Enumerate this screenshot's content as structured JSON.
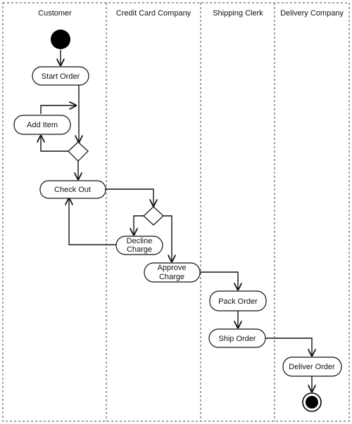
{
  "lanes": {
    "customer": "Customer",
    "credit": "Credit Card Company",
    "shipping": "Shipping Clerk",
    "delivery": "Delivery Company"
  },
  "nodes": {
    "start_order": "Start Order",
    "add_item": "Add Item",
    "check_out": "Check Out",
    "decline_charge": [
      "Decline",
      "Charge"
    ],
    "approve_charge": [
      "Approve",
      "Charge"
    ],
    "pack_order": "Pack Order",
    "ship_order": "Ship Order",
    "deliver_order": "Deliver Order"
  }
}
